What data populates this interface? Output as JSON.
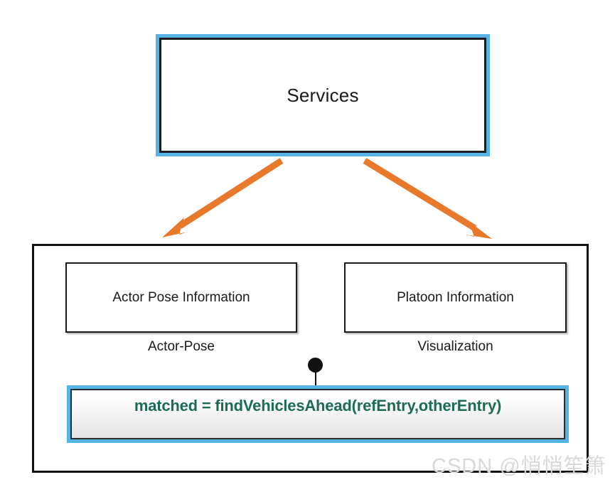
{
  "diagram": {
    "top_node": {
      "label": "Services",
      "frame_color": "#56b3e9",
      "border_color": "#1c1c1c"
    },
    "connectors": [
      {
        "name": "services-to-actor-pose",
        "color": "#e8792b",
        "direction": "down-left"
      },
      {
        "name": "services-to-visualization",
        "color": "#e8792b",
        "direction": "down-right"
      }
    ],
    "container": {
      "border_color": "#111111",
      "components": [
        {
          "box_label": "Actor Pose Information",
          "caption": "Actor-Pose"
        },
        {
          "box_label": "Platoon Information",
          "caption": "Visualization"
        }
      ]
    },
    "interface": {
      "ball_color": "#111111"
    },
    "code_node": {
      "expression": "matched = findVehiclesAhead(refEntry,otherEntry)",
      "text_color": "#1d6b55",
      "frame_color": "#56b3e9"
    },
    "watermark": {
      "text": "CSDN @悄悄笙箫",
      "color": "#d9d9d9"
    }
  }
}
